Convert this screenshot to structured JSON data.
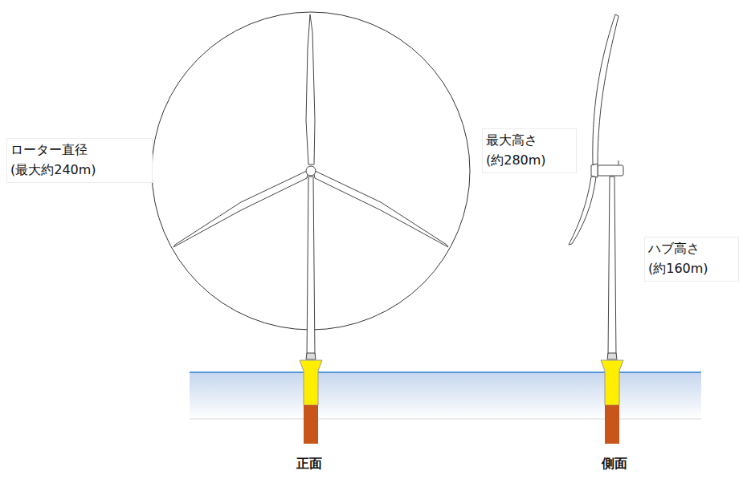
{
  "diagram": {
    "labels": [
      "ローター直径 (最大約240m)",
      "最大高さ (約280m)",
      "ハブ高さ (約160m)",
      "正面",
      "側面"
    ]
  }
}
